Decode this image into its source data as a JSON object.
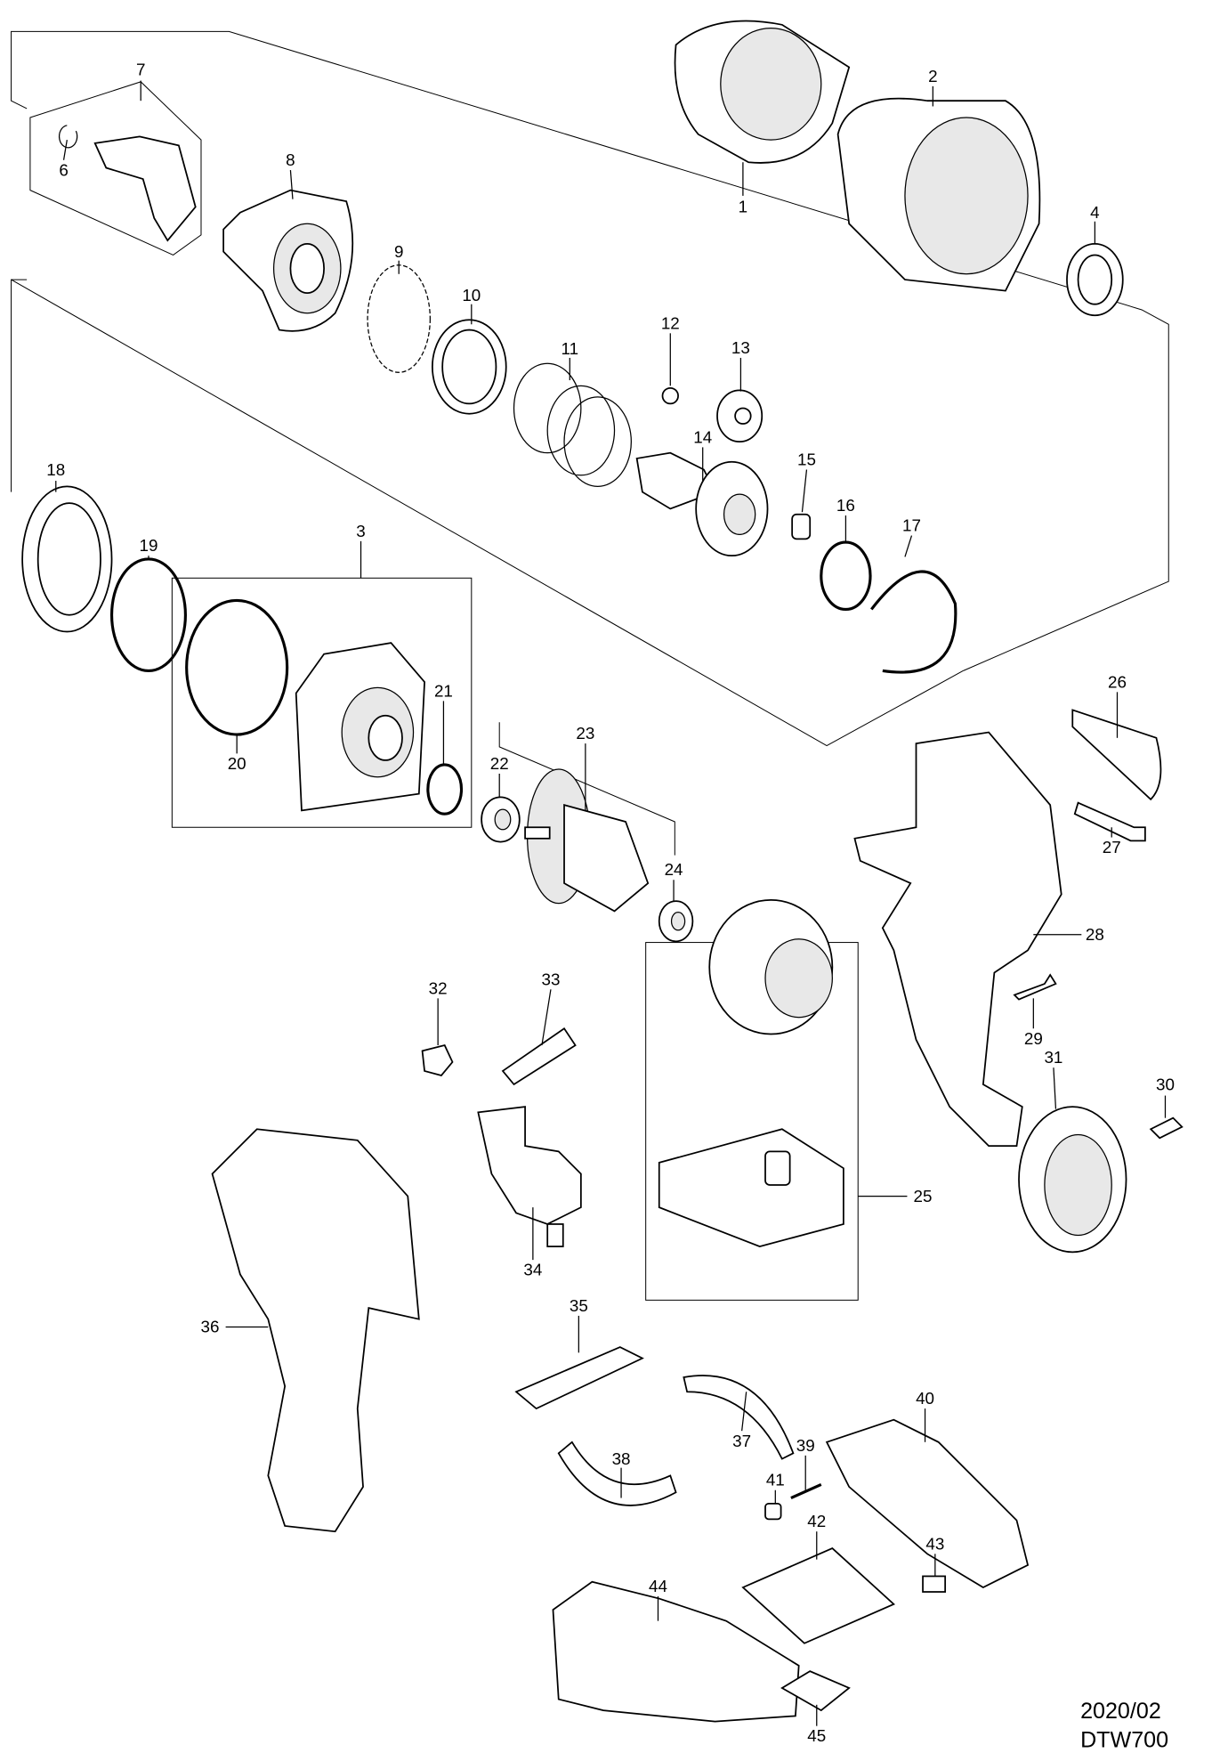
{
  "part_numbers": {
    "p1": "1",
    "p2": "2",
    "p3": "3",
    "p4": "4",
    "p6": "6",
    "p7": "7",
    "p8": "8",
    "p9": "9",
    "p10": "10",
    "p11": "11",
    "p12": "12",
    "p13": "13",
    "p14": "14",
    "p15": "15",
    "p16": "16",
    "p17": "17",
    "p18": "18",
    "p19": "19",
    "p20": "20",
    "p21": "21",
    "p22": "22",
    "p23": "23",
    "p24": "24",
    "p25": "25",
    "p26": "26",
    "p27": "27",
    "p28": "28",
    "p29": "29",
    "p30": "30",
    "p31": "31",
    "p32": "32",
    "p33": "33",
    "p34": "34",
    "p35": "35",
    "p36": "36",
    "p37": "37",
    "p38": "38",
    "p39": "39",
    "p40": "40",
    "p41": "41",
    "p42": "42",
    "p43": "43",
    "p44": "44",
    "p45": "45"
  },
  "footer": {
    "date": "2020/02",
    "model": "DTW700"
  }
}
